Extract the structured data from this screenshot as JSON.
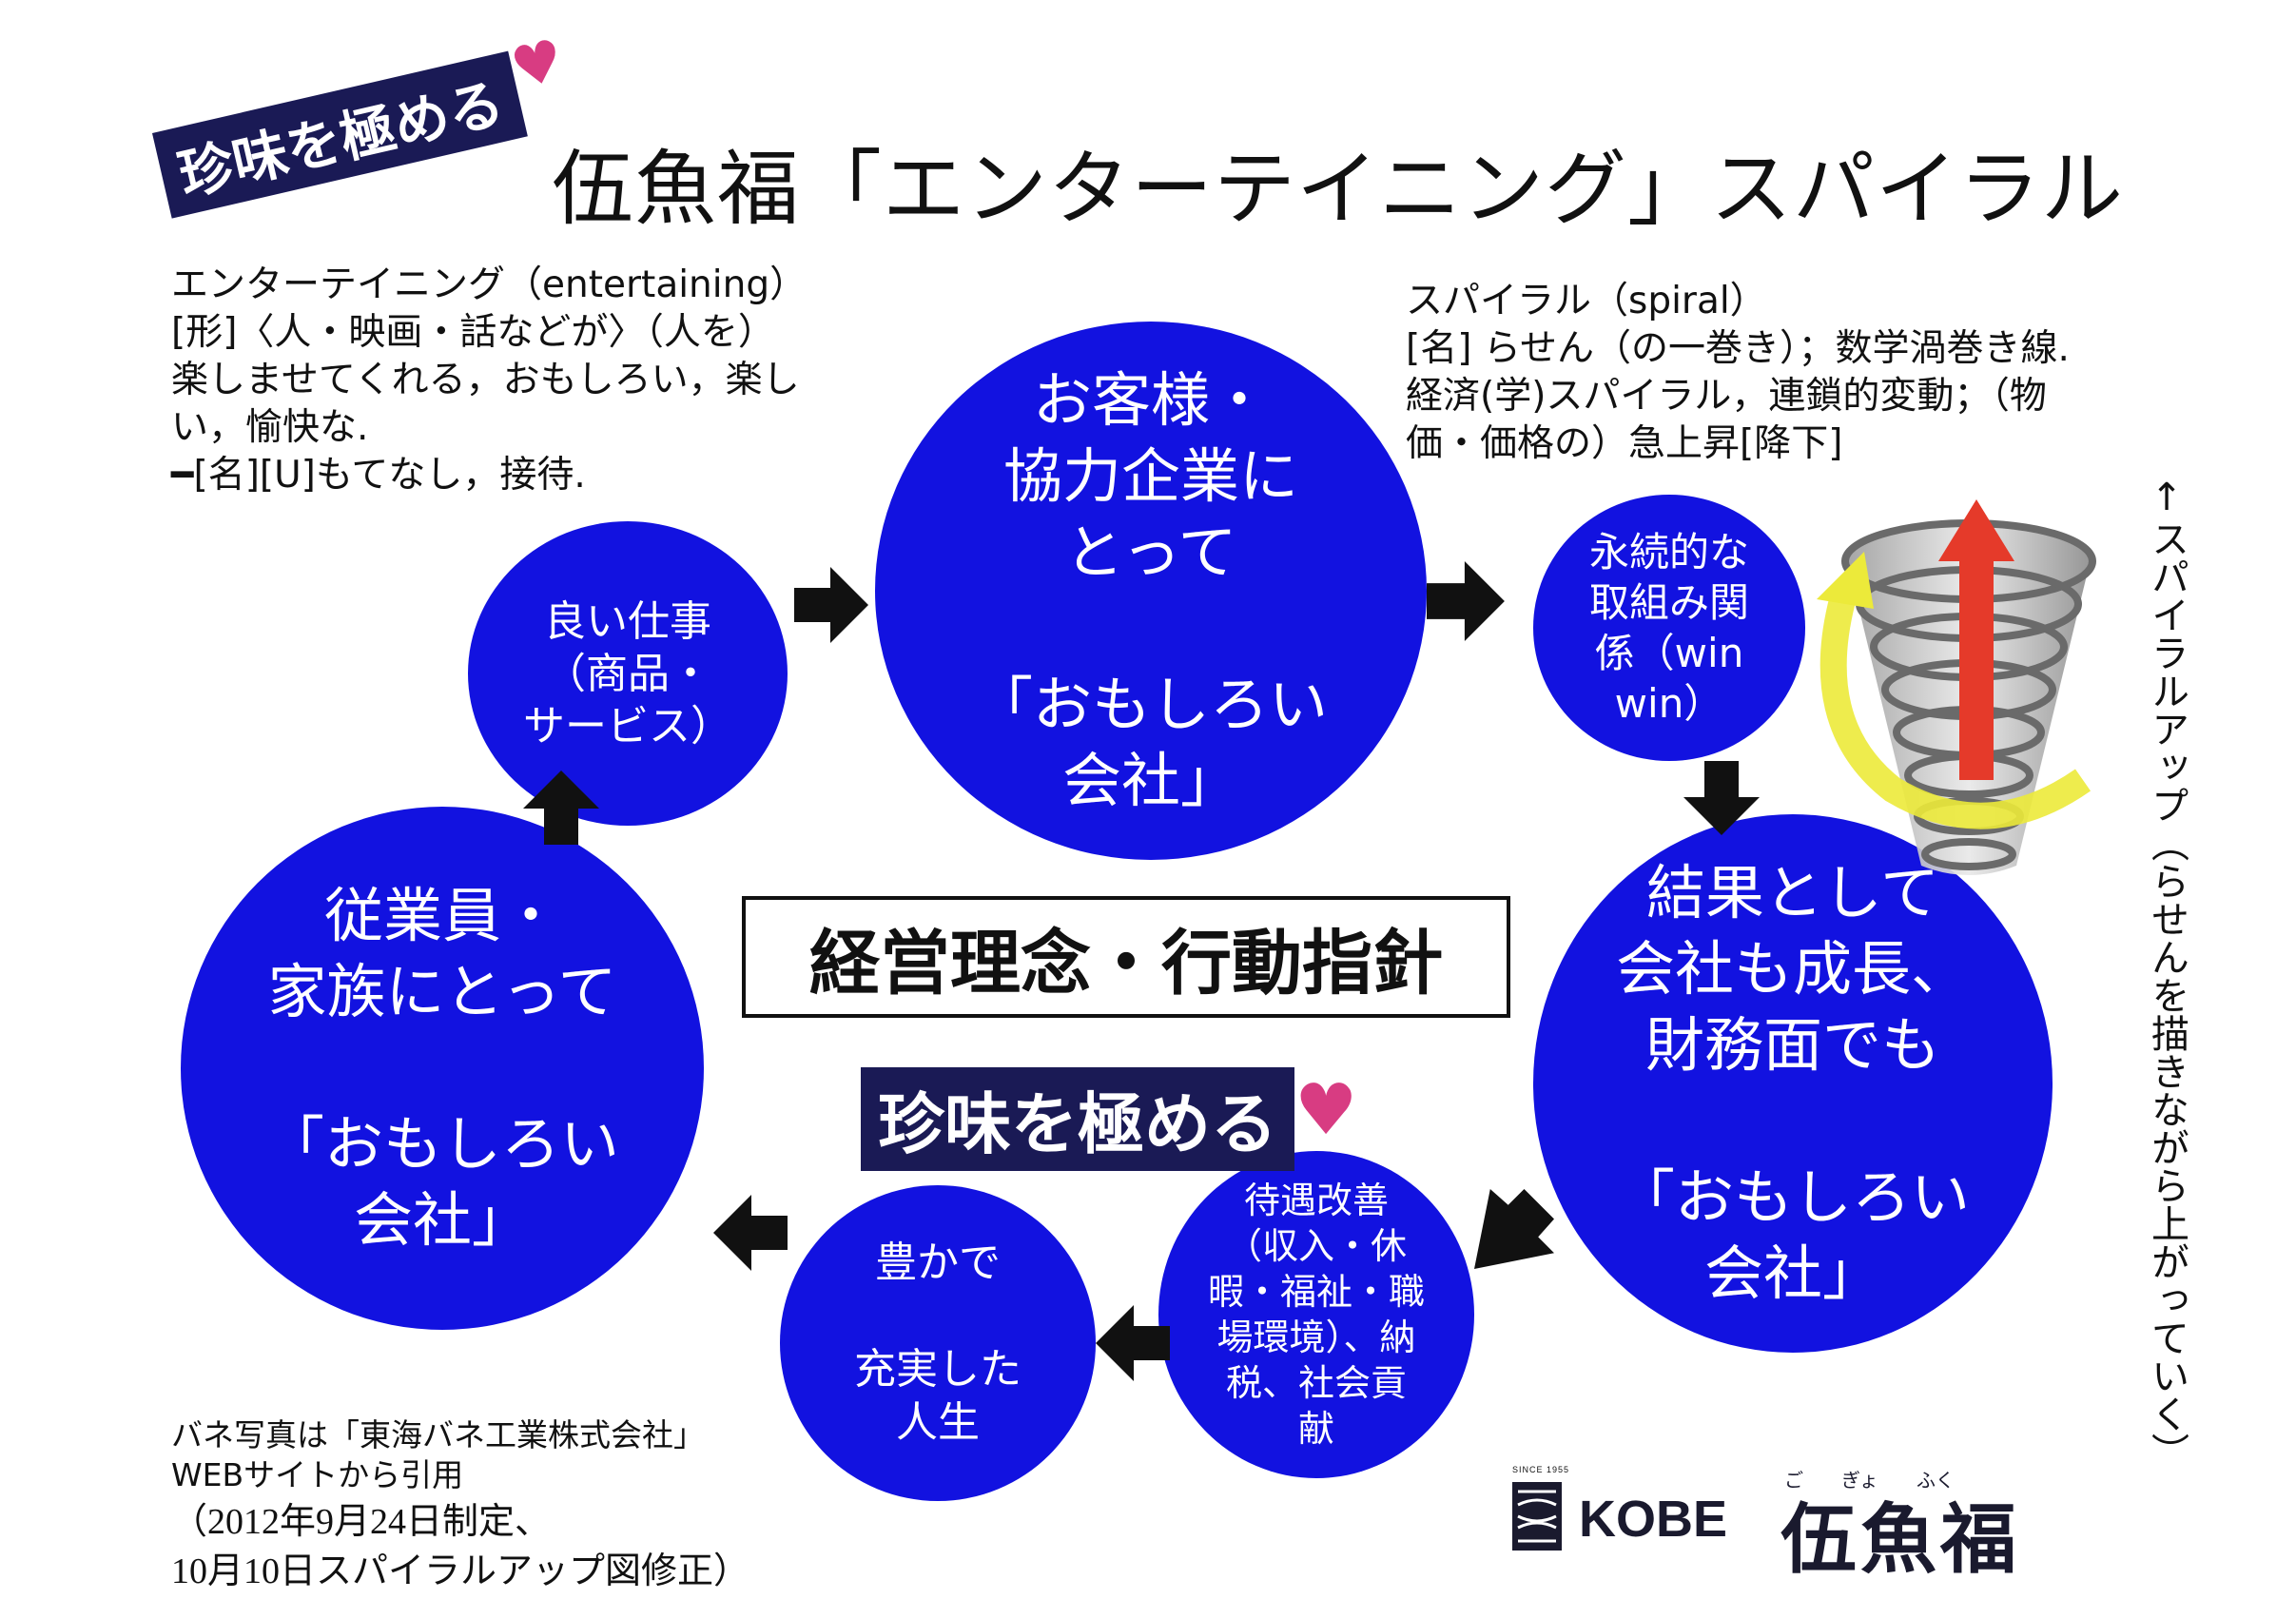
{
  "title": "伍魚福「エンターテイニング」スパイラル",
  "badge_top": "珍味を極める",
  "badge_center": "珍味を極める",
  "heart_icon": "heart-icon",
  "colors": {
    "circle": "#1212e0",
    "badge": "#1a1a55",
    "heart": "#d83c82",
    "spiral_arrow": "#e53a2a",
    "swirl": "#e8e43a"
  },
  "definition_entertaining": "エンターテイニング（entertaining）\n[形]〈人・映画・話などが〉（人を）\n楽しませてくれる，おもしろい，楽し\nい，愉快な.\n━[名][U]もてなし，接待.",
  "definition_spiral": "スパイラル（spiral）\n[名] らせん（の一巻き）；数学渦巻き線.\n経済(学)スパイラル，連鎖的変動；（物\n価・価格の）急上昇[降下]",
  "circles": {
    "customers": "お客様・\n協力企業に\nとって\n\n「おもしろい\n会社」",
    "employees": "従業員・\n家族にとって\n\n「おもしろい\n会社」",
    "growth": "結果として\n会社も成長、\n財務面でも\n\n「おもしろい\n会社」",
    "good_work": "良い仕事\n（商品・\nサービス）",
    "win_win": "永続的な\n取組み関\n係（win\nwin）",
    "treatment": "待遇改善\n（収入・休\n暇・福祉・職\n場環境）、納\n税、社会貢\n献",
    "rich_life": "豊かで\n\n充実した\n人生"
  },
  "principle": "経営理念・行動指針",
  "vertical_note": "↑スパイラルアップ（らせんを描きながら上がっていく）",
  "credit": "バネ写真は「東海バネ工業株式会社」\nWEBサイトから引用",
  "date_note": "（2012年9月24日制定、\n10月10日スパイラルアップ図修正）",
  "logo": {
    "since": "SINCE 1955",
    "city": "KOBE",
    "name": "伍魚福",
    "ruby": "ご　　ぎょ　　ふく"
  }
}
